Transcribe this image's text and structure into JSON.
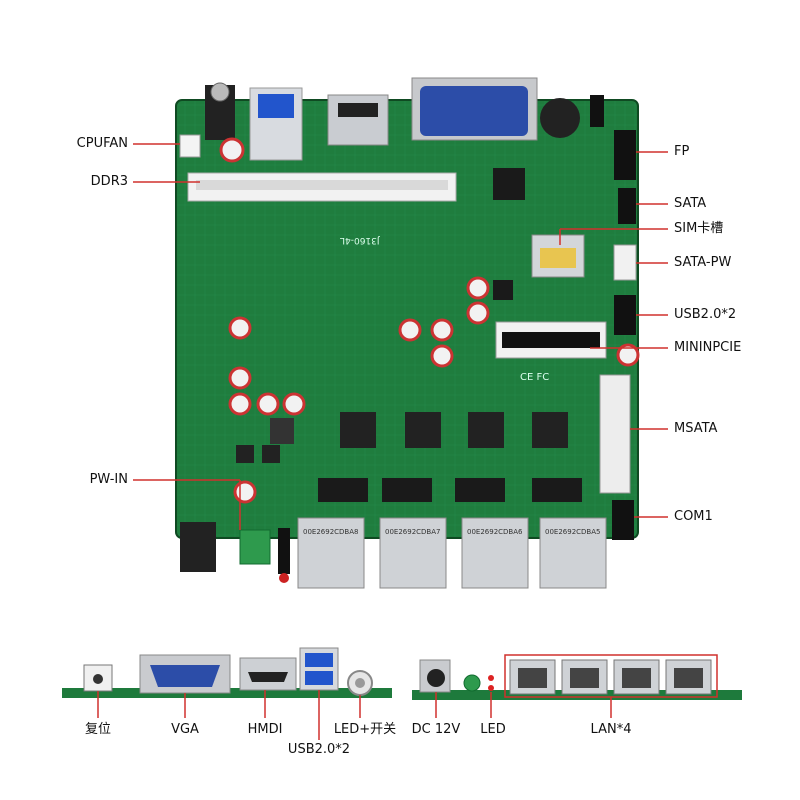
{
  "colors": {
    "pcb": "#1e7a3c",
    "pcb_dark": "#145a2b",
    "leader_line": "#d0312d",
    "vga_blue": "#2c4da8",
    "label_text": "#111111"
  },
  "top_labels_left": {
    "cpufan": "CPUFAN",
    "ddr3": "DDR3",
    "pw_in": "PW-IN"
  },
  "top_labels_right": {
    "fp": "FP",
    "sata": "SATA",
    "sim": "SIM卡槽",
    "sata_pw": "SATA-PW",
    "usb20x2": "USB2.0*2",
    "minipcie": "MININPCIE",
    "msata": "MSATA",
    "com1": "COM1"
  },
  "board_silkscreen": {
    "model": "J3160-4L",
    "mac_labels": [
      "00E2692CDBA8",
      "00E2692CDBA7",
      "00E2692CDBA6",
      "00E2692CDBA5"
    ],
    "fcc_mark": "CE FC"
  },
  "bottom_labels_left": {
    "reset": "复位",
    "vga": "VGA",
    "hdmi": "HMDI",
    "usb20x2": "USB2.0*2",
    "led_switch": "LED+开关"
  },
  "bottom_labels_right": {
    "dc": "DC 12V",
    "led": "LED",
    "lan": "LAN*4"
  }
}
